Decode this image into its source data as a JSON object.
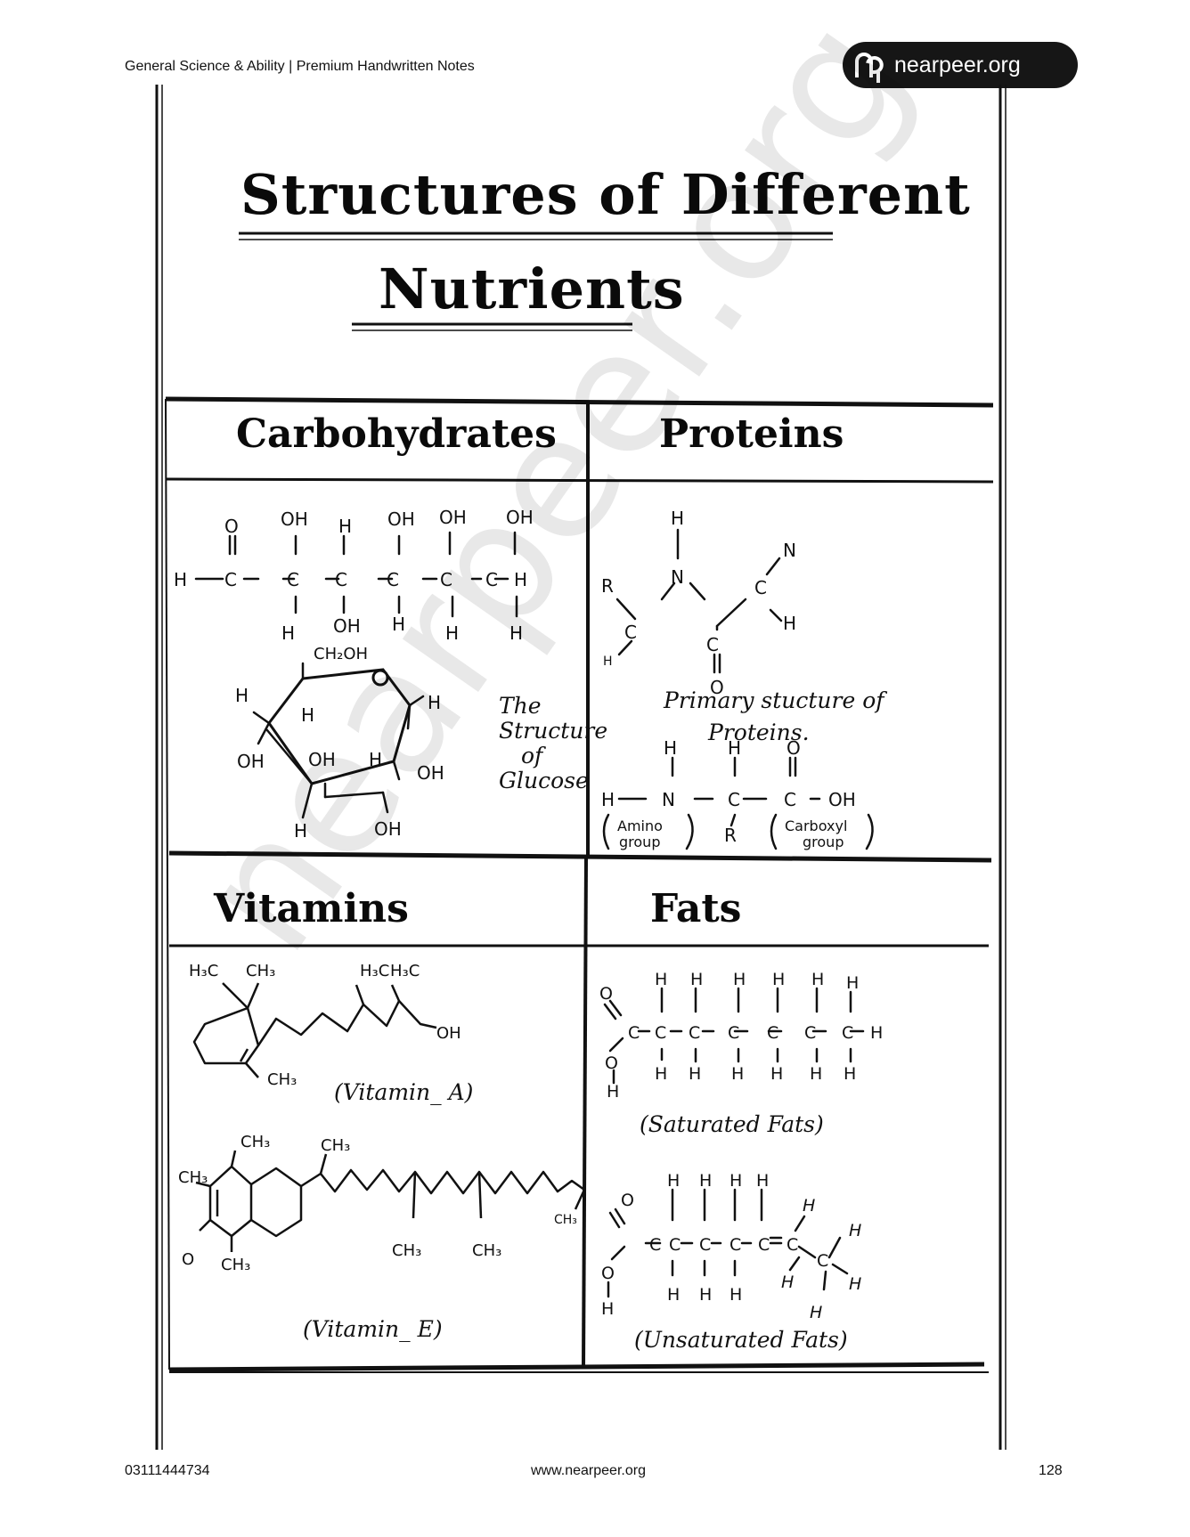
{
  "header": {
    "subject": "General Science & Ability | Premium Handwritten Notes",
    "brand": "nearpeer.org"
  },
  "title": {
    "line1": "Structures of Different",
    "line2": "Nutrients"
  },
  "sections": {
    "carbohydrates": "Carbohydrates",
    "proteins": "Proteins",
    "vitamins": "Vitamins",
    "fats": "Fats"
  },
  "carb": {
    "glucose_note_line1": "The",
    "glucose_note_line2": "Structure",
    "glucose_note_line3": "of",
    "glucose_note_line4": "Glucose",
    "ring_ch2oh": "CH₂OH"
  },
  "protein": {
    "primary_line1": "Primary stucture of",
    "primary_line2": "Proteins.",
    "amino_label_line1": "Amino",
    "amino_label_line2": "group",
    "carboxyl_label_line1": "Carboxyl",
    "carboxyl_label_line2": "group"
  },
  "vitamin": {
    "a_label": "(Vitamin_ A)",
    "e_label": "(Vitamin_ E)"
  },
  "fat": {
    "saturated_label": "(Saturated Fats)",
    "unsaturated_label": "(Unsaturated Fats)"
  },
  "footer": {
    "phone": "03111444734",
    "website": "www.nearpeer.org",
    "page": "128"
  },
  "watermark": "nearpeer.org"
}
